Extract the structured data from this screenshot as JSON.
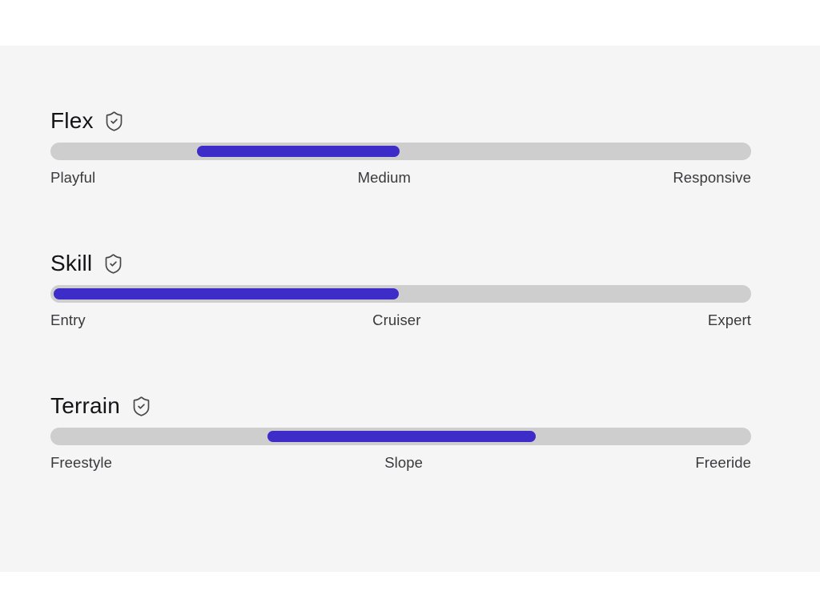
{
  "colors": {
    "panel_background": "#f5f5f5",
    "track": "#cecece",
    "fill": "#3e2cc9",
    "title": "#141417",
    "label": "#3a3a3e",
    "icon": "#48484c"
  },
  "sliders": [
    {
      "id": "flex",
      "title": "Flex",
      "icon": "shield-check-icon",
      "labels": [
        "Playful",
        "Medium",
        "Responsive"
      ],
      "fill": {
        "start_pct": 20.6,
        "width_pct": 29.2
      }
    },
    {
      "id": "skill",
      "title": "Skill",
      "icon": "shield-check-icon",
      "labels": [
        "Entry",
        "Cruiser",
        "Expert"
      ],
      "fill": {
        "start_pct": 0,
        "width_pct": 49.7
      }
    },
    {
      "id": "terrain",
      "title": "Terrain",
      "icon": "shield-check-icon",
      "labels": [
        "Freestyle",
        "Slope",
        "Freeride"
      ],
      "fill": {
        "start_pct": 30.8,
        "width_pct": 38.6
      }
    }
  ]
}
